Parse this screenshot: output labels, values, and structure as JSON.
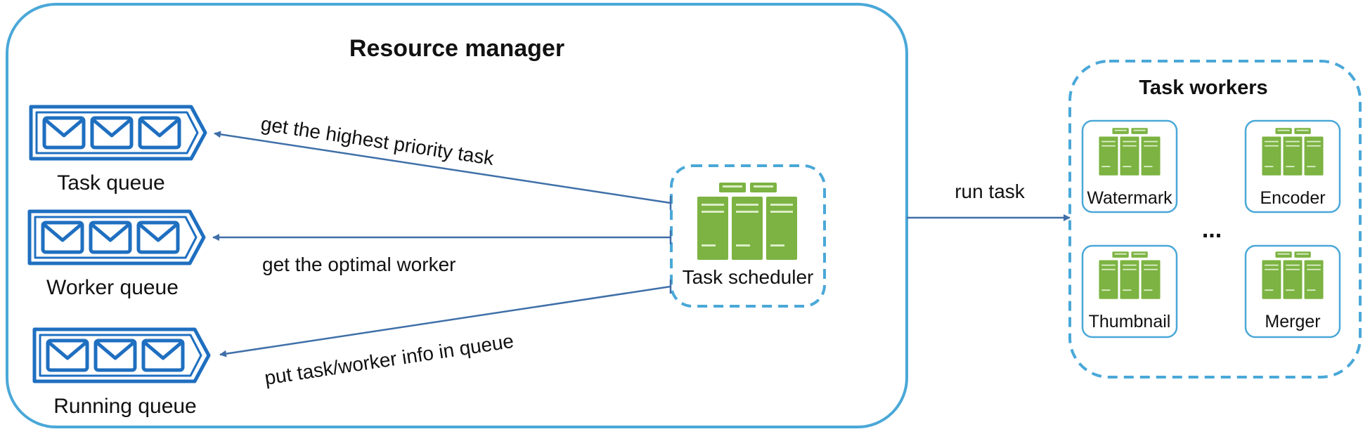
{
  "resource_manager": {
    "title": "Resource manager",
    "queues": [
      {
        "label": "Task queue"
      },
      {
        "label": "Worker queue"
      },
      {
        "label": "Running queue"
      }
    ]
  },
  "scheduler": {
    "label": "Task scheduler"
  },
  "edges": {
    "get_task": "get the highest priority task",
    "get_worker": "get the optimal worker",
    "put_info": "put task/worker info in queue",
    "run_task": "run task"
  },
  "task_workers": {
    "title": "Task workers",
    "workers": [
      {
        "label": "Watermark"
      },
      {
        "label": "Encoder"
      },
      {
        "label": "Thumbnail"
      },
      {
        "label": "Merger"
      }
    ],
    "ellipsis": "..."
  },
  "colors": {
    "container_border": "#4aa8d8",
    "queue_blue": "#1f6fc0",
    "server_green": "#7cb342",
    "arrow": "#3f6fa8"
  }
}
